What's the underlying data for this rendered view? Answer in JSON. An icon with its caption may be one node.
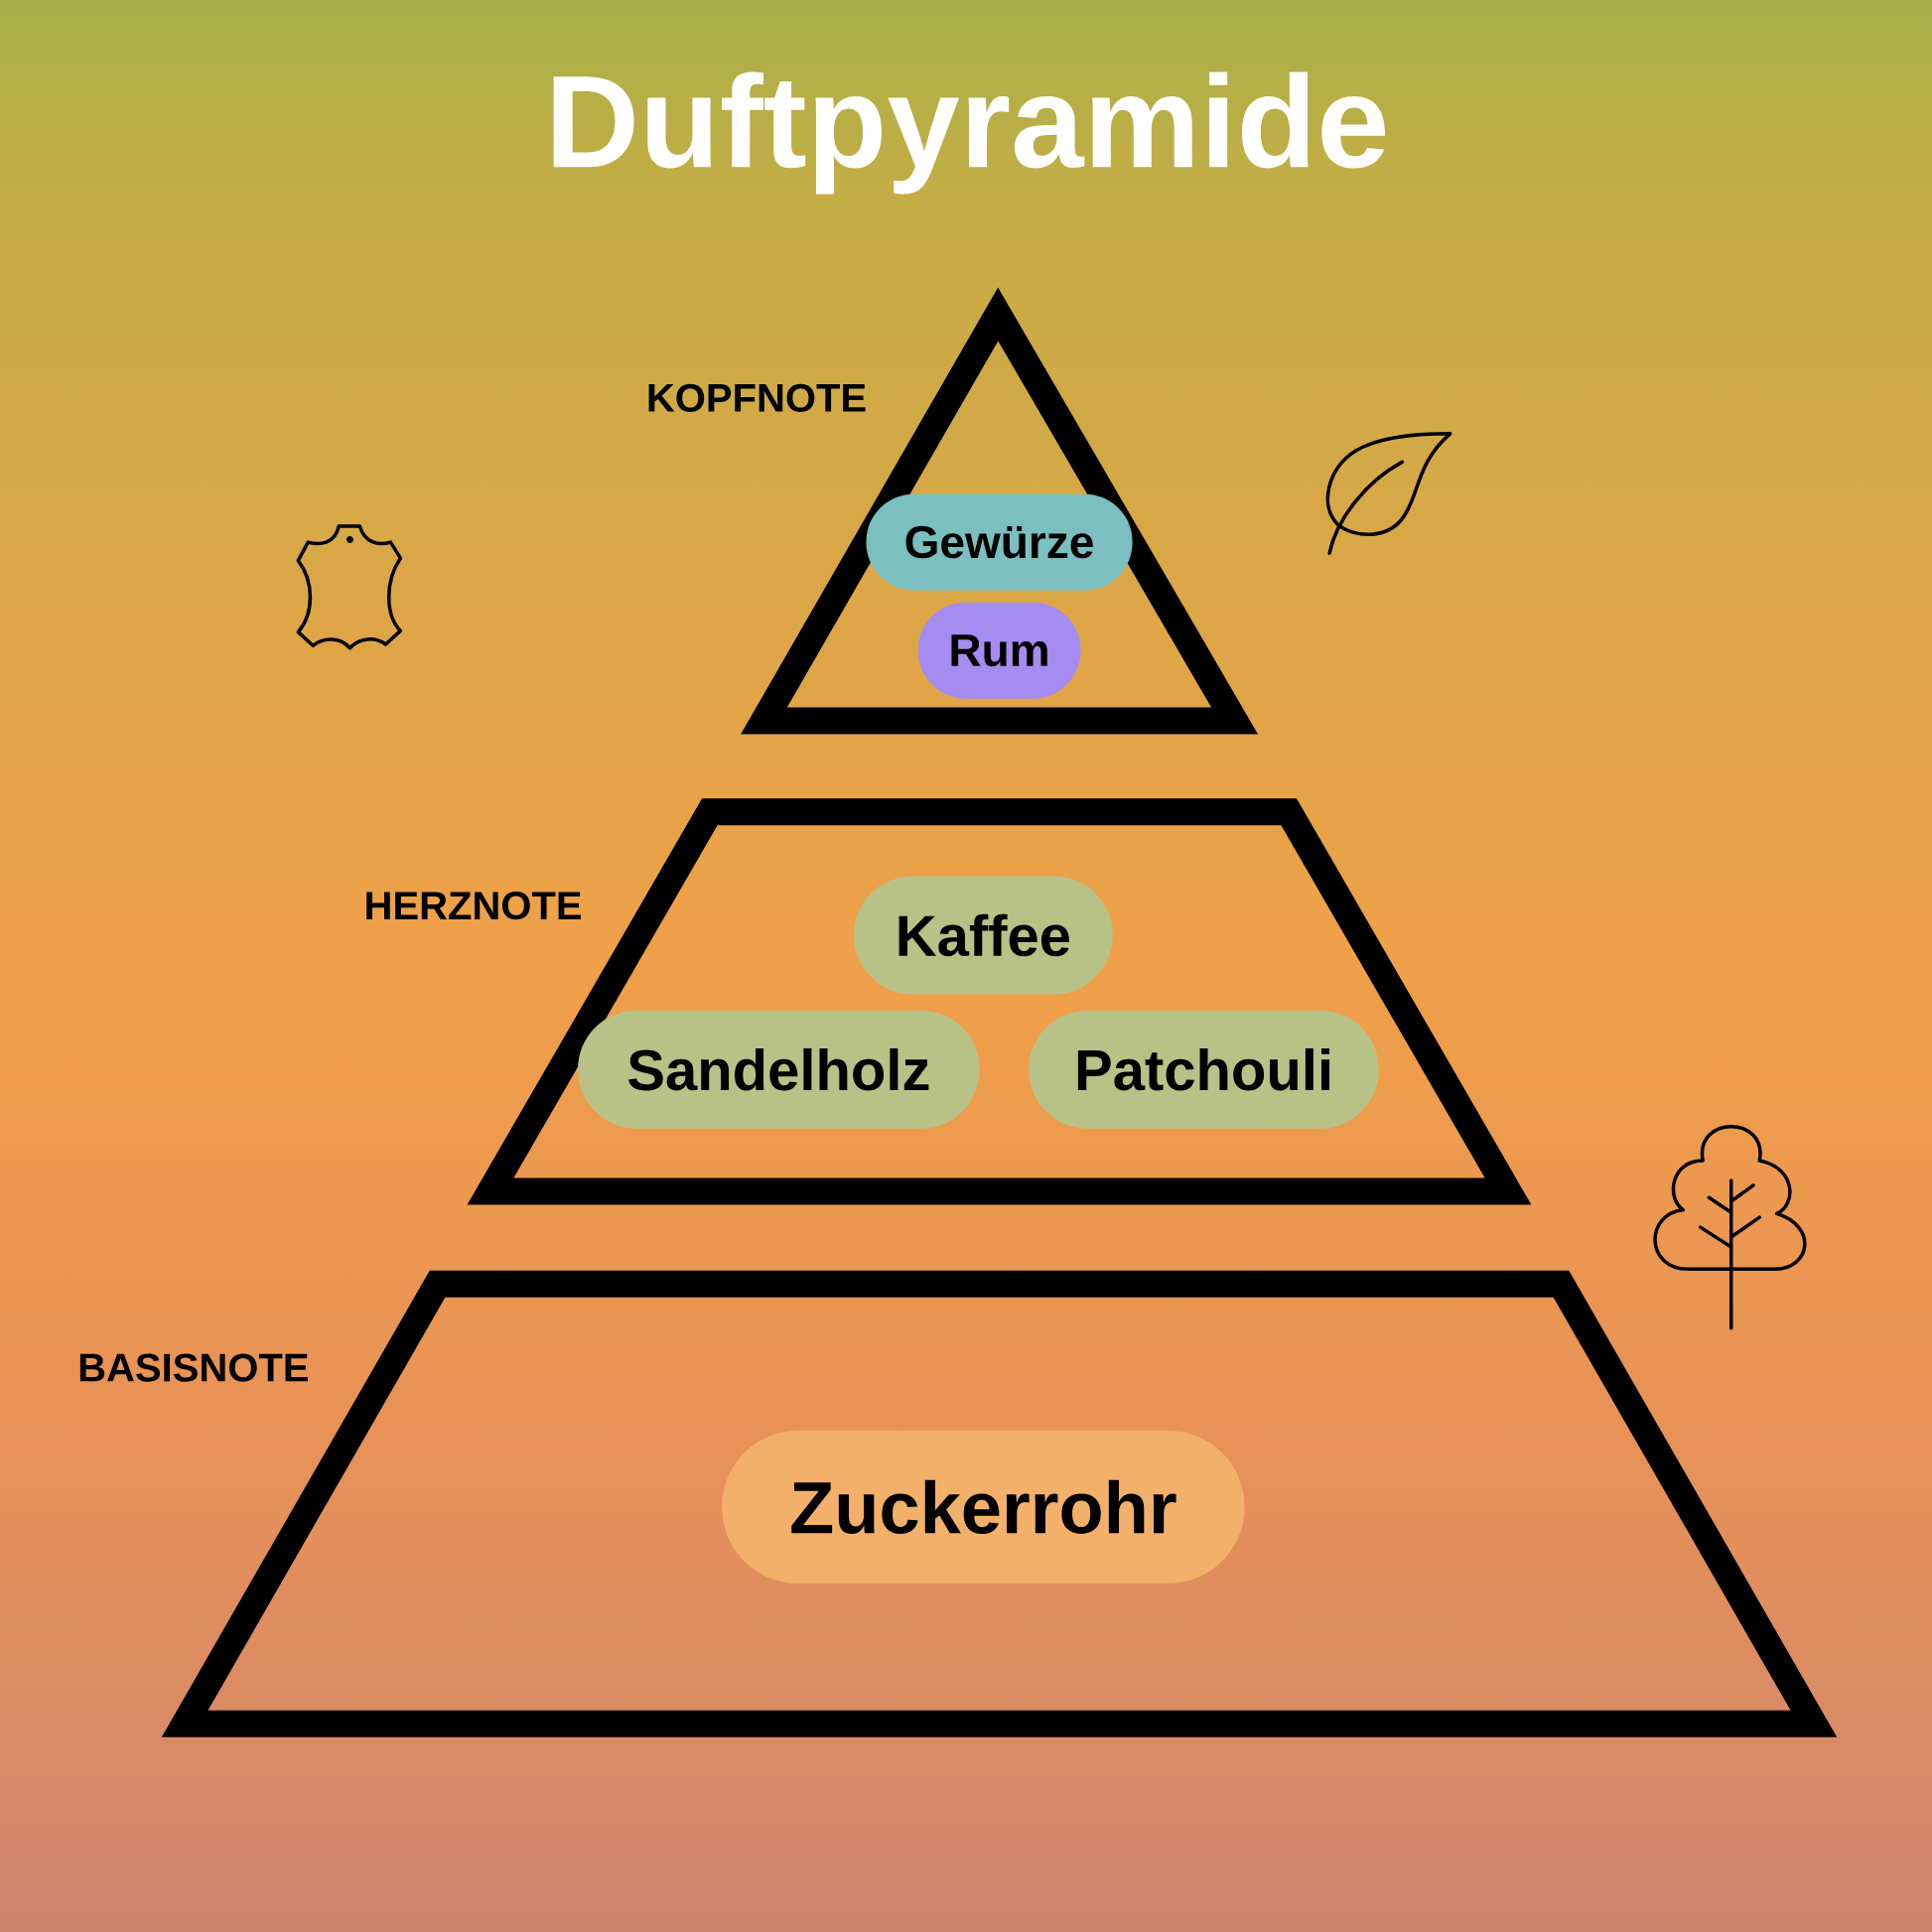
{
  "diagram": {
    "title": "Duftpyramide",
    "nodes": [
      {
        "text": [
          "KOPFNOTE"
        ]
      },
      {
        "text": [
          "Gewürze"
        ],
        "in": 0
      },
      {
        "text": [
          "Rum"
        ],
        "in": 0
      },
      {
        "text": [
          "HERZNOTE"
        ]
      },
      {
        "text": [
          "Kaffee"
        ],
        "in": 3
      },
      {
        "text": [
          "Sandelholz"
        ],
        "in": 3
      },
      {
        "text": [
          "Patchouli"
        ],
        "in": 3
      },
      {
        "text": [
          "BASISNOTE"
        ]
      },
      {
        "text": [
          "Zuckerrohr"
        ],
        "in": 7
      }
    ]
  }
}
